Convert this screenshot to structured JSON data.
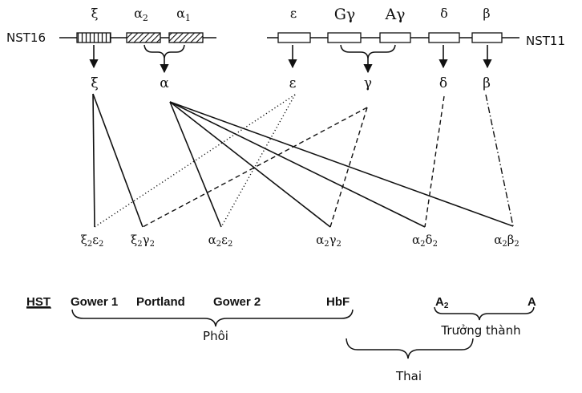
{
  "chromosomes": {
    "nst16": {
      "label": "NST16",
      "genes": [
        {
          "id": "xi",
          "text": "ξ",
          "style": "vertical-lines"
        },
        {
          "id": "alpha2",
          "text": "α",
          "sub": "2",
          "style": "hatched"
        },
        {
          "id": "alpha1",
          "text": "α",
          "sub": "1",
          "style": "hatched"
        }
      ]
    },
    "nst11": {
      "label": "NST11",
      "genes": [
        {
          "id": "epsilon",
          "text": "ε",
          "style": "plain"
        },
        {
          "id": "ggamma",
          "text": "Gγ",
          "style": "plain"
        },
        {
          "id": "agamma",
          "text": "Aγ",
          "style": "plain"
        },
        {
          "id": "delta",
          "text": "δ",
          "style": "plain"
        },
        {
          "id": "beta",
          "text": "β",
          "style": "plain"
        }
      ]
    }
  },
  "chains": {
    "xi": "ξ",
    "alpha": "α",
    "epsilon": "ε",
    "gamma": "γ",
    "delta": "δ",
    "beta": "β"
  },
  "hemoglobins": [
    {
      "id": "xi2eps2",
      "a": "ξ",
      "b": "ε"
    },
    {
      "id": "xi2gam2",
      "a": "ξ",
      "b": "γ"
    },
    {
      "id": "a2eps2",
      "a": "α",
      "b": "ε"
    },
    {
      "id": "a2gam2",
      "a": "α",
      "b": "γ"
    },
    {
      "id": "a2del2",
      "a": "α",
      "b": "δ"
    },
    {
      "id": "a2bet2",
      "a": "α",
      "b": "β"
    }
  ],
  "links": [
    {
      "from": "xi",
      "to": "xi2eps2",
      "style": "solid"
    },
    {
      "from": "xi",
      "to": "xi2gam2",
      "style": "solid"
    },
    {
      "from": "alpha",
      "to": "a2eps2",
      "style": "solid"
    },
    {
      "from": "alpha",
      "to": "a2gam2",
      "style": "solid"
    },
    {
      "from": "alpha",
      "to": "a2del2",
      "style": "solid"
    },
    {
      "from": "alpha",
      "to": "a2bet2",
      "style": "solid"
    },
    {
      "from": "epsilon",
      "to": "xi2eps2",
      "style": "dotted"
    },
    {
      "from": "epsilon",
      "to": "a2eps2",
      "style": "dotted"
    },
    {
      "from": "gamma",
      "to": "xi2gam2",
      "style": "dashed"
    },
    {
      "from": "gamma",
      "to": "a2gam2",
      "style": "dashed"
    },
    {
      "from": "delta",
      "to": "a2del2",
      "style": "dashed"
    },
    {
      "from": "beta",
      "to": "a2bet2",
      "style": "dashdot"
    }
  ],
  "subscript_two": "2",
  "hst_label": "HST",
  "hb_types": {
    "gower1": "Gower 1",
    "portland": "Portland",
    "gower2": "Gower 2",
    "hbf": "HbF",
    "a2_base": "A",
    "a2_sub": "2",
    "a": "A"
  },
  "stages": {
    "embryo": "Phôi",
    "adult": "Trưởng thành",
    "fetus": "Thai"
  }
}
